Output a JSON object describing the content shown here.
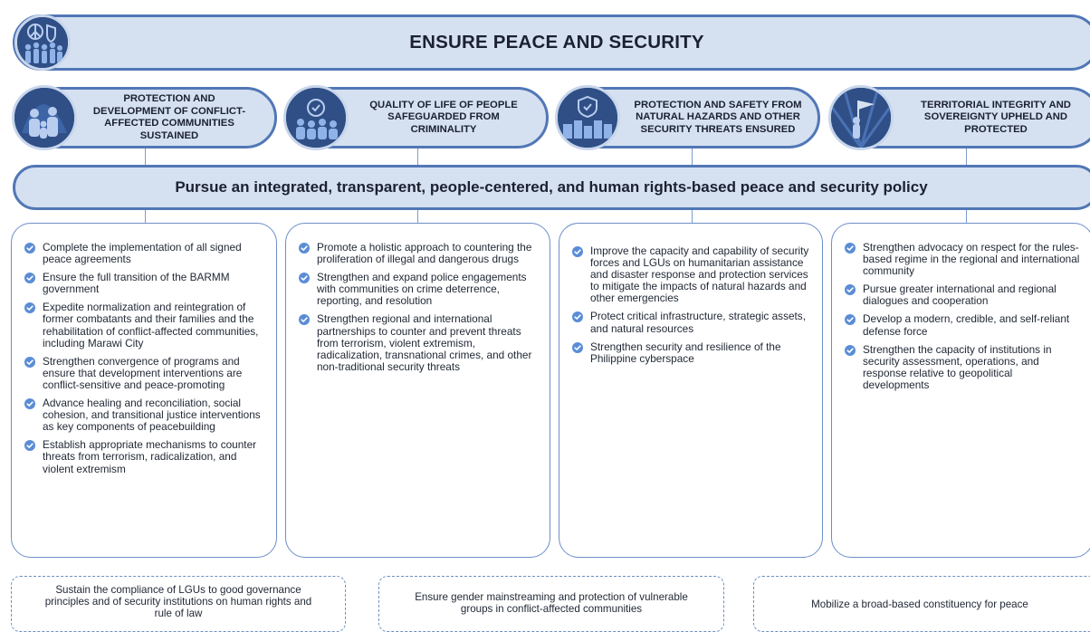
{
  "header": {
    "title": "ENSURE PEACE AND SECURITY"
  },
  "outcomes": [
    {
      "label": "PROTECTION AND DEVELOPMENT OF CONFLICT-AFFECTED COMMUNITIES SUSTAINED"
    },
    {
      "label": "QUALITY OF LIFE OF PEOPLE SAFEGUARDED FROM CRIMINALITY"
    },
    {
      "label": "PROTECTION AND SAFETY FROM NATURAL HAZARDS AND OTHER SECURITY THREATS ENSURED"
    },
    {
      "label": "TERRITORIAL INTEGRITY AND SOVEREIGNTY UPHELD AND PROTECTED"
    }
  ],
  "strategy": {
    "label": "Pursue an integrated, transparent, people-centered, and human rights-based peace and security policy"
  },
  "columns": [
    {
      "items": [
        "Complete the implementation of all signed peace agreements",
        "Ensure the full transition of the BARMM government",
        "Expedite normalization and reintegration of former combatants and their families and the rehabilitation of conflict-affected communities, including Marawi City",
        "Strengthen convergence of programs and ensure that development interventions are conflict-sensitive and peace-promoting",
        "Advance healing and reconciliation, social cohesion, and transitional justice interventions as key components of peacebuilding",
        "Establish appropriate mechanisms to counter threats from terrorism, radicalization, and violent extremism"
      ]
    },
    {
      "items": [
        "Promote a holistic approach to countering the proliferation of illegal and dangerous drugs",
        "Strengthen and expand police engagements with communities on crime deterrence, reporting, and resolution",
        "Strengthen regional and international partnerships to counter and prevent threats from terrorism, violent extremism, radicalization, transnational crimes, and other non-traditional security threats"
      ]
    },
    {
      "items": [
        "Improve the capacity and capability of security forces and LGUs on humanitarian assistance and disaster response and protection services to mitigate the impacts of natural hazards and other emergencies",
        "Protect critical infrastructure, strategic assets, and natural resources",
        "Strengthen security and resilience of the Philippine cyberspace"
      ]
    },
    {
      "items": [
        "Strengthen advocacy on respect for the rules-based regime in the regional and international community",
        "Pursue greater international and regional dialogues and cooperation",
        "Develop a modern, credible, and self-reliant defense force",
        "Strengthen the capacity of institutions in security assessment, operations, and response relative to geopolitical developments"
      ]
    }
  ],
  "enablers": [
    "Sustain the compliance of LGUs to good governance principles and of security institutions on human rights and rule of law",
    "Ensure gender mainstreaming and protection of vulnerable groups in conflict-affected communities",
    "Mobilize a broad-based constituency for peace"
  ],
  "colors": {
    "accent": "#5177b6",
    "fill": "#d5e1f1",
    "icon": "#2f4f86",
    "check": "#5b8dd6"
  }
}
